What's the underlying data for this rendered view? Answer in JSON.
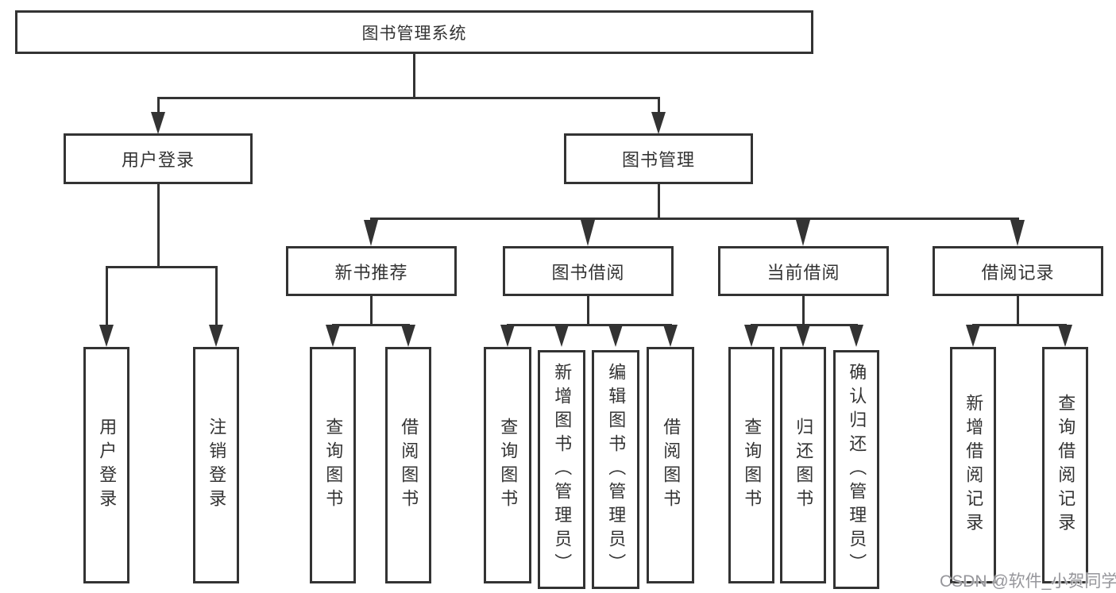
{
  "colors": {
    "line": "#333333",
    "text": "#333333",
    "background": "#ffffff",
    "watermark": "#96969b"
  },
  "watermark": {
    "text": "CSDN @软件_小贺同学"
  },
  "tree": {
    "label": "图书管理系统",
    "children": [
      {
        "label": "用户登录",
        "children": [
          {
            "label": "用户登录"
          },
          {
            "label": "注销登录"
          }
        ]
      },
      {
        "label": "图书管理",
        "children": [
          {
            "label": "新书推荐",
            "children": [
              {
                "label": "查询图书"
              },
              {
                "label": "借阅图书"
              }
            ]
          },
          {
            "label": "图书借阅",
            "children": [
              {
                "label": "查询图书"
              },
              {
                "label": "新增图书（管理员）"
              },
              {
                "label": "编辑图书（管理员）"
              },
              {
                "label": "借阅图书"
              }
            ]
          },
          {
            "label": "当前借阅",
            "children": [
              {
                "label": "查询图书"
              },
              {
                "label": "归还图书"
              },
              {
                "label": "确认归还（管理员）"
              }
            ]
          },
          {
            "label": "借阅记录",
            "children": [
              {
                "label": "新增借阅记录"
              },
              {
                "label": "查询借阅记录"
              }
            ]
          }
        ]
      }
    ]
  }
}
